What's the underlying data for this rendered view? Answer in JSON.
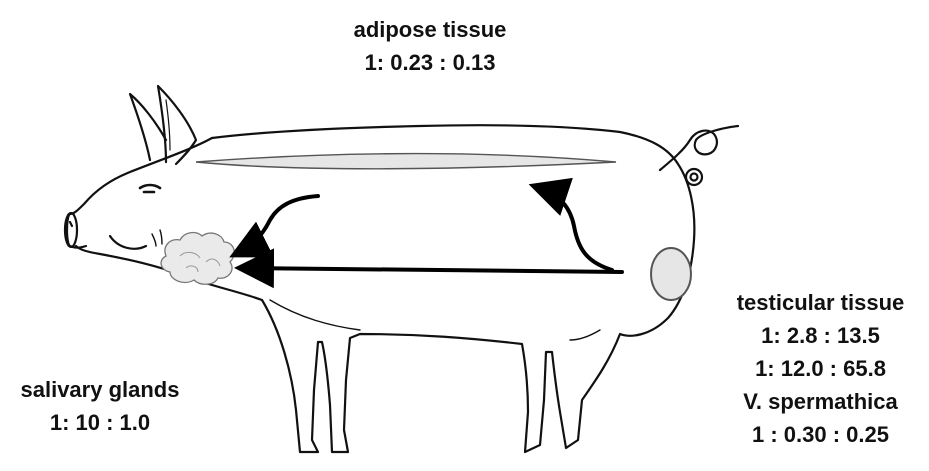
{
  "labels": {
    "adipose": {
      "title": "adipose tissue",
      "ratio": "1: 0.23 : 0.13"
    },
    "salivary": {
      "title": "salivary glands",
      "ratio": "1: 10 : 1.0"
    },
    "testicular": {
      "title": "testicular tissue",
      "ratio1": "1: 2.8 : 13.5",
      "ratio2": "1: 12.0 : 65.8",
      "vein": "V. spermathica",
      "ratio3": "1 : 0.30 : 0.25"
    }
  },
  "colors": {
    "outline": "#111111",
    "tissue_fill": "#e6e6e6",
    "arrow": "#000000"
  }
}
